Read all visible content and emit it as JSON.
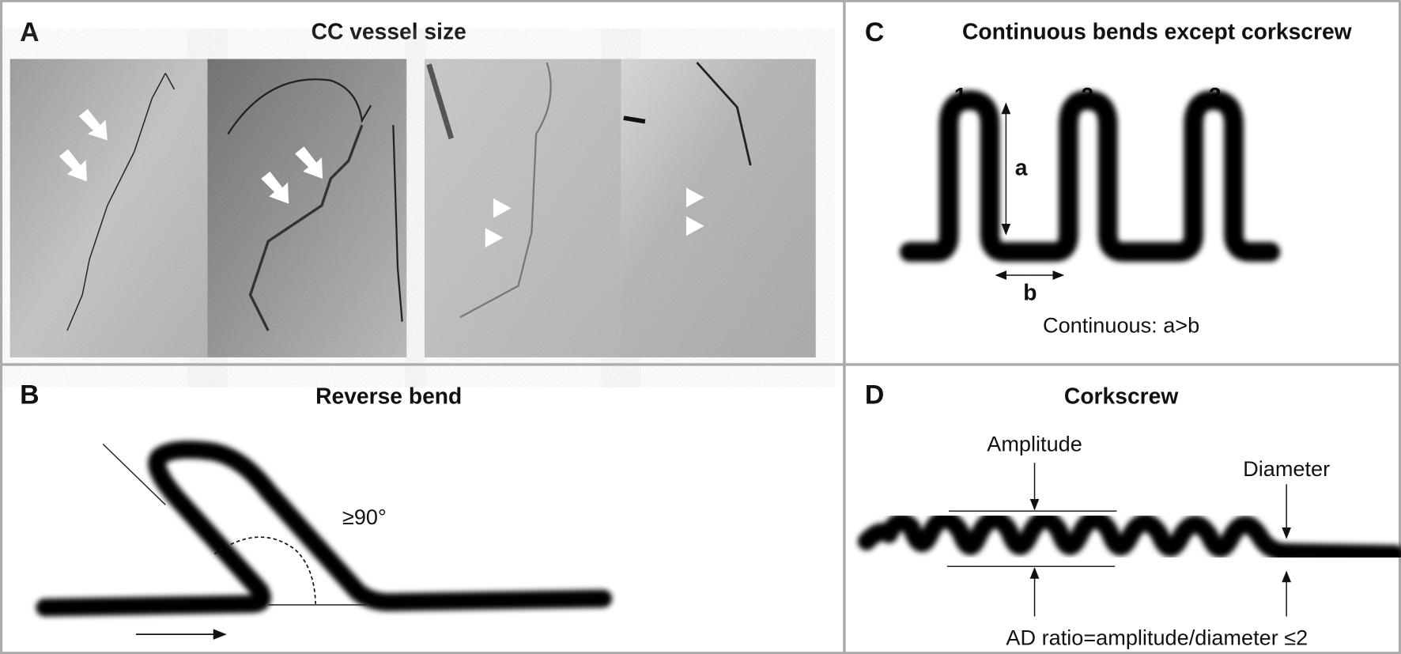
{
  "panels": {
    "A": {
      "letter": "A",
      "title": "CC vessel size"
    },
    "B": {
      "letter": "B",
      "title": "Reverse  bend",
      "angle_label": "≥90°"
    },
    "C": {
      "letter": "C",
      "title": "Continuous bends except corkscrew",
      "bend_numbers": [
        "1",
        "2",
        "3"
      ],
      "label_a": "a",
      "label_b": "b",
      "caption": "Continuous: a>b"
    },
    "D": {
      "letter": "D",
      "title": "Corkscrew",
      "amplitude_label": "Amplitude",
      "diameter_label": "Diameter",
      "caption": "AD ratio=amplitude/diameter ≤2"
    }
  },
  "colors": {
    "border": "#aaaaaa",
    "vessel": "#000000"
  }
}
